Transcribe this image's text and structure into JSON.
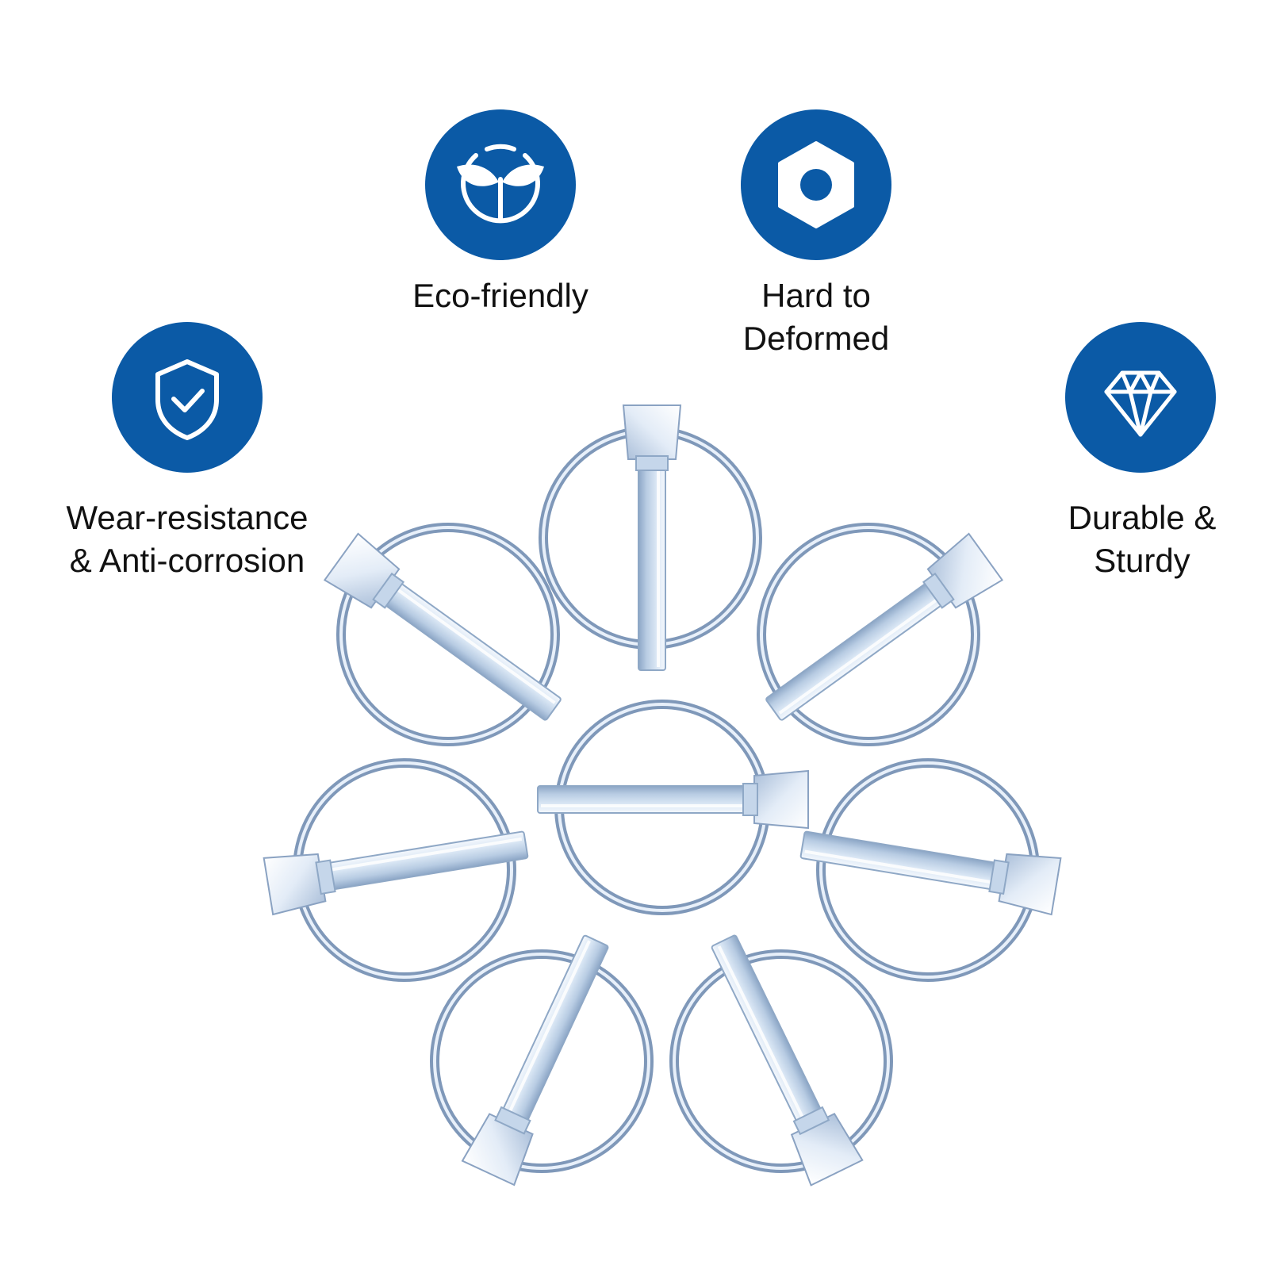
{
  "accent_color": "#0b5aa6",
  "pin_colors": {
    "ring": "#7f98b9",
    "ring_highlight": "#e8f0fa",
    "pin_body": "#d8e4f2",
    "pin_shadow": "#8fa8c6",
    "cap": "#eef4fb"
  },
  "features": [
    {
      "id": "eco",
      "icon": "sprout-icon",
      "label_lines": [
        "Eco-friendly"
      ]
    },
    {
      "id": "deform",
      "icon": "hex-nut-icon",
      "label_lines": [
        "Hard to",
        "Deformed"
      ]
    },
    {
      "id": "wear",
      "icon": "shield-check-icon",
      "label_lines": [
        "Wear-resistance",
        "& Anti-corrosion"
      ]
    },
    {
      "id": "durable",
      "icon": "diamond-icon",
      "label_lines": [
        "Durable &",
        "Sturdy"
      ]
    }
  ],
  "product": {
    "name": "linch-pins-set",
    "count": 8
  }
}
